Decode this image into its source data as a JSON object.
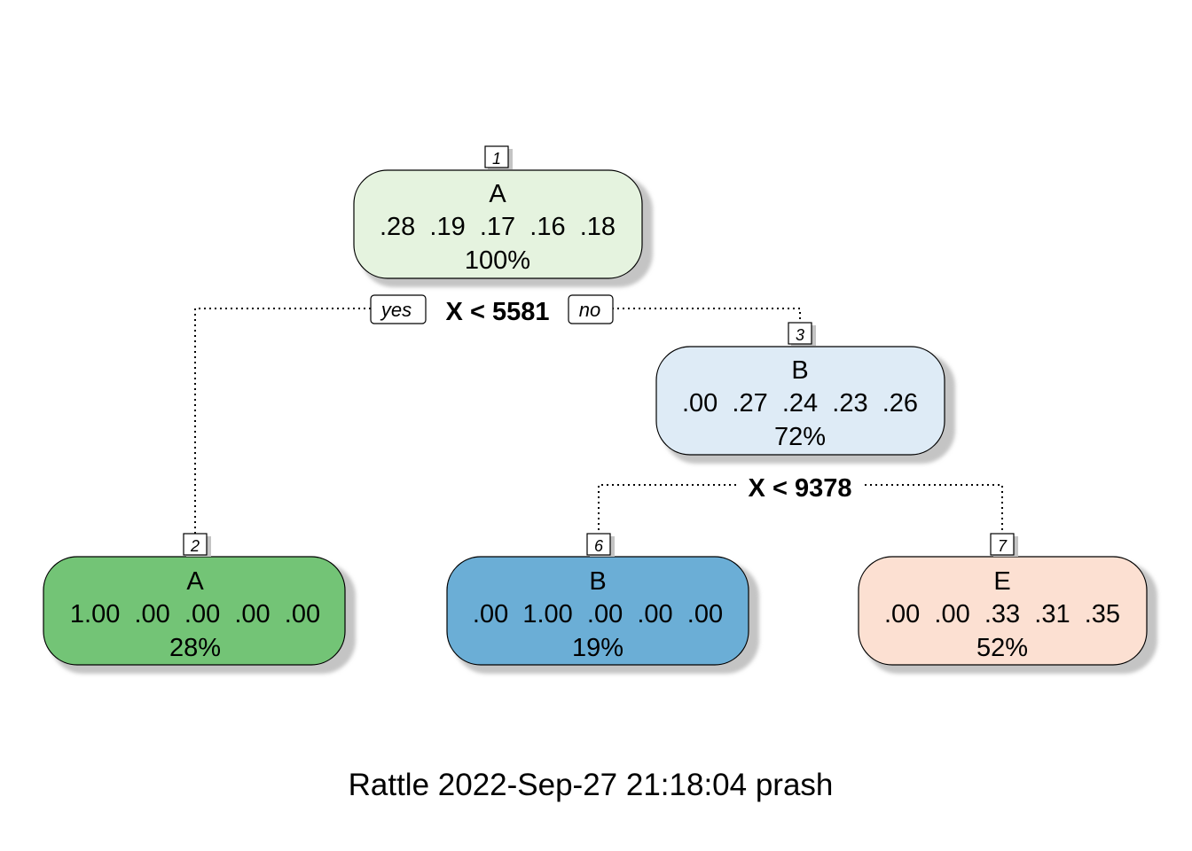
{
  "tree": {
    "nodes": [
      {
        "id": "1",
        "class": "A",
        "probs": ".28  .19  .17  .16  .18",
        "pct": "100%",
        "fill": "#e5f3df"
      },
      {
        "id": "3",
        "class": "B",
        "probs": ".00  .27  .24  .23  .26",
        "pct": "72%",
        "fill": "#deebf6"
      },
      {
        "id": "2",
        "class": "A",
        "probs": "1.00  .00  .00  .00  .00",
        "pct": "28%",
        "fill": "#73c476"
      },
      {
        "id": "6",
        "class": "B",
        "probs": ".00  1.00  .00  .00  .00",
        "pct": "19%",
        "fill": "#6baed6"
      },
      {
        "id": "7",
        "class": "E",
        "probs": ".00  .00  .33  .31  .35",
        "pct": "52%",
        "fill": "#fce0d2"
      }
    ],
    "splits": [
      {
        "label": "X < 5581",
        "yes": "yes",
        "no": "no"
      },
      {
        "label": "X < 9378"
      }
    ]
  },
  "footer": "Rattle 2022-Sep-27 21:18:04 prash"
}
